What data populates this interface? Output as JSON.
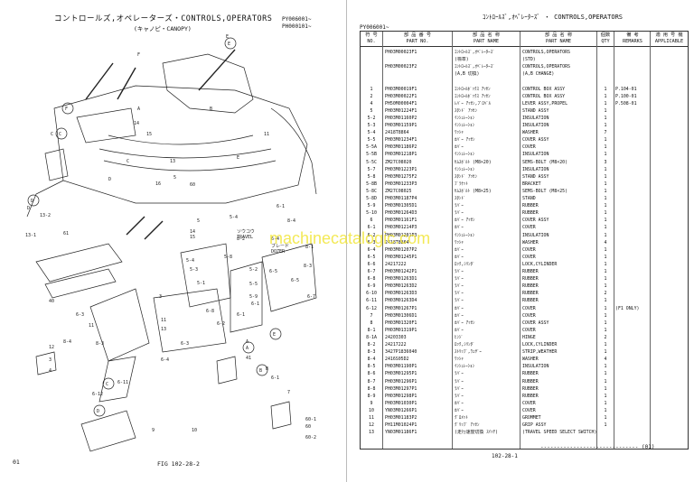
{
  "left": {
    "title": "コントロールズ,オペレーターズ・CONTROLS,OPERATORS",
    "subtitle": "(キャノピ・CANOPY)",
    "serial_1": "PY006001~",
    "serial_2": "PH000101~",
    "page_no": "01",
    "figure_no": "FIG 102-28-2",
    "labels": [
      "F",
      "E",
      "C",
      "D",
      "A",
      "B",
      "C",
      "D",
      "E",
      "60",
      "16",
      "5",
      "61",
      "14",
      "15",
      "13",
      "11",
      "13-1",
      "13-2",
      "5",
      "3",
      "40",
      "5-4",
      "6-1",
      "8-4",
      "8-2",
      "8-1",
      "6-4",
      "8-3",
      "6-5",
      "6-3",
      "11",
      "8-4",
      "8-3",
      "11",
      "13",
      "12",
      "3",
      "4",
      "6-1",
      "6-5",
      "6-7",
      "6-8",
      "5-4",
      "5-3",
      "5-1",
      "5-8",
      "5-2",
      "5-5",
      "5-9",
      "6-1",
      "6-2",
      "6-3",
      "6-4",
      "6-11",
      "6-12",
      "6-1",
      "7",
      "9",
      "10",
      "41",
      "60-1",
      "60",
      "60-2",
      "14",
      "15",
      "B",
      "A"
    ],
    "callouts": {
      "travel_1": "ソウコウ",
      "travel_2": "TRAVEL",
      "dozer_1": "ブレード",
      "dozer_2": "DOZER"
    }
  },
  "right": {
    "title": "ｺﾝﾄﾛｰﾙｽﾞ,ｵﾍﾟﾚｰﾀｰｽﾞ ・ CONTROLS,OPERATORS",
    "serial": "PY006001~",
    "headers": {
      "no_jp": "符 号",
      "no_en": "NO.",
      "pn_jp": "部 品 番 号",
      "pn_en": "PART NO.",
      "jp_jp": "部 品 名 称",
      "jp_en": "PART NAME",
      "en_jp": "部 品 名 称",
      "en_en": "PART NAME",
      "qty_jp": "個数",
      "qty_en": "QTY",
      "rem_jp": "備 考",
      "rem_en": "REMARKS",
      "app_jp": "適 用 号 機",
      "app_en": "APPLICABLE"
    },
    "rows": [
      {
        "no": "",
        "pn": "PH03M00023F1",
        "jp": "ｺﾝﾄﾛｰﾙｽﾞ,ｵﾍﾟﾚｰﾀｰｽﾞ",
        "en": "CONTROLS,OPERATORS",
        "qty": "",
        "rem": "",
        "app": ""
      },
      {
        "no": "",
        "pn": "",
        "jp": "(標準)",
        "en": "(STD)",
        "qty": "",
        "rem": "",
        "app": ""
      },
      {
        "no": "",
        "pn": "PH03M00023F2",
        "jp": "ｺﾝﾄﾛｰﾙｽﾞ,ｵﾍﾟﾚｰﾀｰｽﾞ",
        "en": "CONTROLS,OPERATORS",
        "qty": "",
        "rem": "",
        "app": ""
      },
      {
        "no": "",
        "pn": "",
        "jp": "(A,B 切換)",
        "en": "(A,B CHANGE)",
        "qty": "",
        "rem": "",
        "app": ""
      },
      {
        "no": "",
        "pn": "",
        "jp": "",
        "en": "",
        "qty": "",
        "rem": "",
        "app": ""
      },
      {
        "no": "1",
        "pn": "PH03M00019F1",
        "jp": "ｺﾝﾄﾛｰﾙﾎﾞｯｸｽ ｱｯｾﾝ",
        "en": "CONTROL BOX ASSY",
        "qty": "1",
        "rem": "P.104-01",
        "app": ""
      },
      {
        "no": "2",
        "pn": "PH03M00022F1",
        "jp": "ｺﾝﾄﾛｰﾙﾎﾞｯｸｽ ｱｯｾﾝ",
        "en": "CONTROL BOX ASSY",
        "qty": "1",
        "rem": "P.100-01",
        "app": ""
      },
      {
        "no": "4",
        "pn": "PH50M00004F1",
        "jp": "ﾚﾊﾞｰ ｱｯｾﾝ,ﾌﾟﾛﾍﾟﾙ",
        "en": "LEVER ASSY,PROPEL",
        "qty": "1",
        "rem": "P.508-01",
        "app": ""
      },
      {
        "no": "5",
        "pn": "PH03M01224F1",
        "jp": "ｽﾀﾝﾄﾞ ｱｯｾﾝ",
        "en": "STAND ASSY",
        "qty": "1",
        "rem": "",
        "app": ""
      },
      {
        "no": "5-2",
        "pn": "PH03M01160P2",
        "jp": "ｲﾝｼｭﾚｰｼｮﾝ",
        "en": "INSULATION",
        "qty": "1",
        "rem": "",
        "app": ""
      },
      {
        "no": "5-3",
        "pn": "PH03M01159P1",
        "jp": "ｲﾝｼｭﾚｰｼｮﾝ",
        "en": "INSULATION",
        "qty": "1",
        "rem": "",
        "app": ""
      },
      {
        "no": "5-4",
        "pn": "2418T8864",
        "jp": "ﾜｯｼｬ",
        "en": "WASHER",
        "qty": "7",
        "rem": "",
        "app": ""
      },
      {
        "no": "5-5",
        "pn": "PH03M01234F1",
        "jp": "ｶﾊﾞｰ ｱｯｾﾝ",
        "en": "COVER ASSY",
        "qty": "1",
        "rem": "",
        "app": ""
      },
      {
        "no": "5-5A",
        "pn": "PH03M01186P2",
        "jp": "ｶﾊﾞｰ",
        "en": "COVER",
        "qty": "1",
        "rem": "",
        "app": ""
      },
      {
        "no": "5-5B",
        "pn": "PH03M01218P1",
        "jp": "ｲﾝｼｭﾚｰｼｮﾝ",
        "en": "INSULATION",
        "qty": "1",
        "rem": "",
        "app": ""
      },
      {
        "no": "5-5C",
        "pn": "ZM27C08020",
        "jp": "ｾﾑｽﾎﾞﾙﾄ (M8×20)",
        "en": "SEMS-BOLT (M8×20)",
        "qty": "3",
        "rem": "",
        "app": ""
      },
      {
        "no": "5-7",
        "pn": "PH03M01223P1",
        "jp": "ｲﾝｼｭﾚｰｼｮﾝ",
        "en": "INSULATION",
        "qty": "1",
        "rem": "",
        "app": ""
      },
      {
        "no": "5-8",
        "pn": "PH03M01275F2",
        "jp": "ｽﾀﾝﾄﾞ ｱｯｾﾝ",
        "en": "STAND ASSY",
        "qty": "1",
        "rem": "",
        "app": ""
      },
      {
        "no": "5-8B",
        "pn": "PH03M01233P3",
        "jp": "ﾌﾞﾗｹｯﾄ",
        "en": "BRACKET",
        "qty": "1",
        "rem": "",
        "app": ""
      },
      {
        "no": "5-8C",
        "pn": "ZM27C08025",
        "jp": "ｾﾑｽﾎﾞﾙﾄ (M8×25)",
        "en": "SEMS-BOLT (M8×25)",
        "qty": "1",
        "rem": "",
        "app": ""
      },
      {
        "no": "5-8D",
        "pn": "PH03M01187P4",
        "jp": "ｽﾀﾝﾄﾞ",
        "en": "STAND",
        "qty": "1",
        "rem": "",
        "app": ""
      },
      {
        "no": "5-9",
        "pn": "PH03M01305D1",
        "jp": "ﾗﾊﾞｰ",
        "en": "RUBBER",
        "qty": "1",
        "rem": "",
        "app": ""
      },
      {
        "no": "5-10",
        "pn": "PH03M01264D3",
        "jp": "ﾗﾊﾞｰ",
        "en": "RUBBER",
        "qty": "1",
        "rem": "",
        "app": ""
      },
      {
        "no": "6",
        "pn": "PH03M01161F1",
        "jp": "ｶﾊﾞｰ ｱｯｾﾝ",
        "en": "COVER ASSY",
        "qty": "1",
        "rem": "",
        "app": ""
      },
      {
        "no": "6-1",
        "pn": "PH03M01214P3",
        "jp": "ｶﾊﾞｰ",
        "en": "COVER",
        "qty": "1",
        "rem": "",
        "app": ""
      },
      {
        "no": "6-2",
        "pn": "PH03M01201P3",
        "jp": "ｲﾝｼｭﾚｰｼｮﾝ",
        "en": "INSULATION",
        "qty": "1",
        "rem": "",
        "app": ""
      },
      {
        "no": "6-3",
        "pn": "2418T8864",
        "jp": "ﾜｯｼｬ",
        "en": "WASHER",
        "qty": "4",
        "rem": "",
        "app": ""
      },
      {
        "no": "6-4",
        "pn": "PH03M01207P2",
        "jp": "ｶﾊﾞｰ",
        "en": "COVER",
        "qty": "1",
        "rem": "",
        "app": ""
      },
      {
        "no": "6-5",
        "pn": "PH03M01245P1",
        "jp": "ｶﾊﾞｰ",
        "en": "COVER",
        "qty": "1",
        "rem": "",
        "app": ""
      },
      {
        "no": "6-6",
        "pn": "24217222",
        "jp": "ﾛｯｸ,ｼﾘﾝﾀﾞ",
        "en": "LOCK,CYLINDER",
        "qty": "1",
        "rem": "",
        "app": ""
      },
      {
        "no": "6-7",
        "pn": "PH03M01242P1",
        "jp": "ﾗﾊﾞｰ",
        "en": "RUBBER",
        "qty": "1",
        "rem": "",
        "app": ""
      },
      {
        "no": "6-8",
        "pn": "PH03M01263D1",
        "jp": "ﾗﾊﾞｰ",
        "en": "RUBBER",
        "qty": "1",
        "rem": "",
        "app": ""
      },
      {
        "no": "6-9",
        "pn": "PH03M01263D2",
        "jp": "ﾗﾊﾞｰ",
        "en": "RUBBER",
        "qty": "1",
        "rem": "",
        "app": ""
      },
      {
        "no": "6-10",
        "pn": "PH03M01263D3",
        "jp": "ﾗﾊﾞｰ",
        "en": "RUBBER",
        "qty": "2",
        "rem": "",
        "app": ""
      },
      {
        "no": "6-11",
        "pn": "PH03M01263D4",
        "jp": "ﾗﾊﾞｰ",
        "en": "RUBBER",
        "qty": "1",
        "rem": "",
        "app": ""
      },
      {
        "no": "6-12",
        "pn": "PH03M01267P1",
        "jp": "ｶﾊﾞｰ",
        "en": "COVER",
        "qty": "1",
        "rem": "(F1 ONLY)",
        "app": ""
      },
      {
        "no": "7",
        "pn": "PH03M01306D1",
        "jp": "ｶﾊﾞｰ",
        "en": "COVER",
        "qty": "1",
        "rem": "",
        "app": ""
      },
      {
        "no": "8",
        "pn": "PH03M01320F1",
        "jp": "ｶﾊﾞｰ ｱｯｾﾝ",
        "en": "COVER ASSY",
        "qty": "1",
        "rem": "",
        "app": ""
      },
      {
        "no": "8-1",
        "pn": "PH03M01319P1",
        "jp": "ｶﾊﾞｰ",
        "en": "COVER",
        "qty": "1",
        "rem": "",
        "app": ""
      },
      {
        "no": "8-1A",
        "pn": "24203303",
        "jp": "ﾋﾝｼﾞ",
        "en": "HINGE",
        "qty": "2",
        "rem": "",
        "app": ""
      },
      {
        "no": "8-2",
        "pn": "24217222",
        "jp": "ﾛｯｸ,ｼﾘﾝﾀﾞ",
        "en": "LOCK,CYLINDER",
        "qty": "1",
        "rem": "",
        "app": ""
      },
      {
        "no": "8-3",
        "pn": "3427P1836040",
        "jp": "ｽﾄﾘｯﾌﾟ,ｳｪｻﾞｰ",
        "en": "STRIP,WEATHER",
        "qty": "1",
        "rem": "",
        "app": ""
      },
      {
        "no": "8-4",
        "pn": "2416S05D2",
        "jp": "ﾜｯｼｬ",
        "en": "WASHER",
        "qty": "4",
        "rem": "",
        "app": ""
      },
      {
        "no": "8-5",
        "pn": "PH03M01190P1",
        "jp": "ｲﾝｼｭﾚｰｼｮﾝ",
        "en": "INSULATION",
        "qty": "1",
        "rem": "",
        "app": ""
      },
      {
        "no": "8-6",
        "pn": "PH03M01295P1",
        "jp": "ﾗﾊﾞｰ",
        "en": "RUBBER",
        "qty": "1",
        "rem": "",
        "app": ""
      },
      {
        "no": "8-7",
        "pn": "PH03M01296P1",
        "jp": "ﾗﾊﾞｰ",
        "en": "RUBBER",
        "qty": "1",
        "rem": "",
        "app": ""
      },
      {
        "no": "8-8",
        "pn": "PH03M01297P1",
        "jp": "ﾗﾊﾞｰ",
        "en": "RUBBER",
        "qty": "1",
        "rem": "",
        "app": ""
      },
      {
        "no": "8-9",
        "pn": "PH03M01298P1",
        "jp": "ﾗﾊﾞｰ",
        "en": "RUBBER",
        "qty": "1",
        "rem": "",
        "app": ""
      },
      {
        "no": "9",
        "pn": "PH03M01030P1",
        "jp": "ｶﾊﾞｰ",
        "en": "COVER",
        "qty": "1",
        "rem": "",
        "app": ""
      },
      {
        "no": "10",
        "pn": "YN03M01266P1",
        "jp": "ｶﾊﾞｰ",
        "en": "COVER",
        "qty": "1",
        "rem": "",
        "app": ""
      },
      {
        "no": "11",
        "pn": "PH03M01183P2",
        "jp": "ｸﾞﾛﾒｯﾄ",
        "en": "GROMMET",
        "qty": "1",
        "rem": "",
        "app": ""
      },
      {
        "no": "12",
        "pn": "PH11M01024P1",
        "jp": "ｸﾞﾘｯﾌﾟ ｱｯｾﾝ",
        "en": "GRIP ASSY",
        "qty": "1",
        "rem": "",
        "app": ""
      },
      {
        "no": "13",
        "pn": "YN03M01186F1",
        "jp": "(走行速度切換 ｽｲｯﾁ)",
        "en": "(TRAVEL SPEED SELECT SWITCH)",
        "qty": "",
        "rem": "",
        "app": ""
      }
    ],
    "footer_page": "102-28-1",
    "footer_dash": "------------------------------ (01)"
  },
  "watermark": "machinecatalogic.com"
}
